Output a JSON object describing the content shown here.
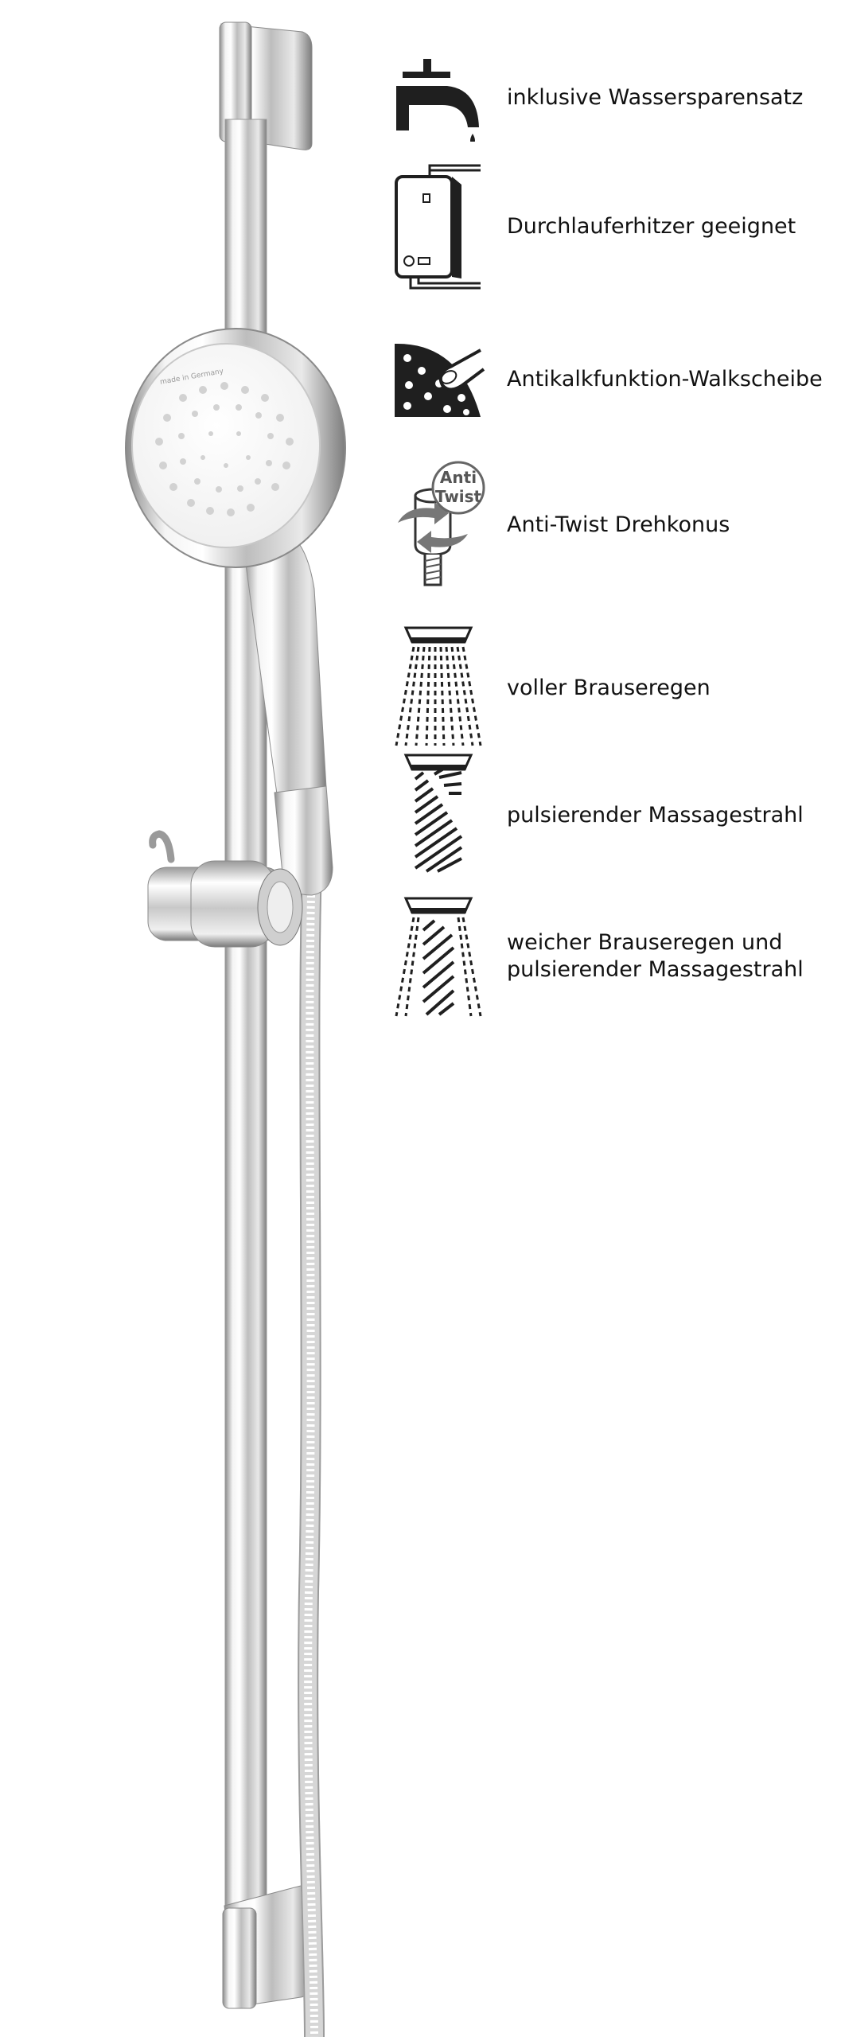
{
  "product": {
    "imprint": "made in Germany"
  },
  "features": [
    {
      "icon": "water-saving-tap-icon",
      "line1": "inklusive Wassersparensatz",
      "line2": ""
    },
    {
      "icon": "instantaneous-water-heater-icon",
      "line1": "Durchlauferhitzer geeignet",
      "line2": ""
    },
    {
      "icon": "anti-limescale-disc-icon",
      "line1": "Antikalkfunktion-Walkscheibe",
      "line2": ""
    },
    {
      "icon": "anti-twist-cone-icon",
      "line1": "Anti-Twist Drehkonus",
      "line2": "",
      "badge_line1": "Anti",
      "badge_line2": "Twist"
    },
    {
      "icon": "full-rain-spray-icon",
      "line1": "voller Brauseregen",
      "line2": ""
    },
    {
      "icon": "pulsating-massage-jet-icon",
      "line1": "pulsierender Massagestrahl",
      "line2": ""
    },
    {
      "icon": "soft-rain-and-massage-spray-icon",
      "line1": "weicher Brauseregen und",
      "line2": "pulsierender Massagestrahl"
    }
  ]
}
